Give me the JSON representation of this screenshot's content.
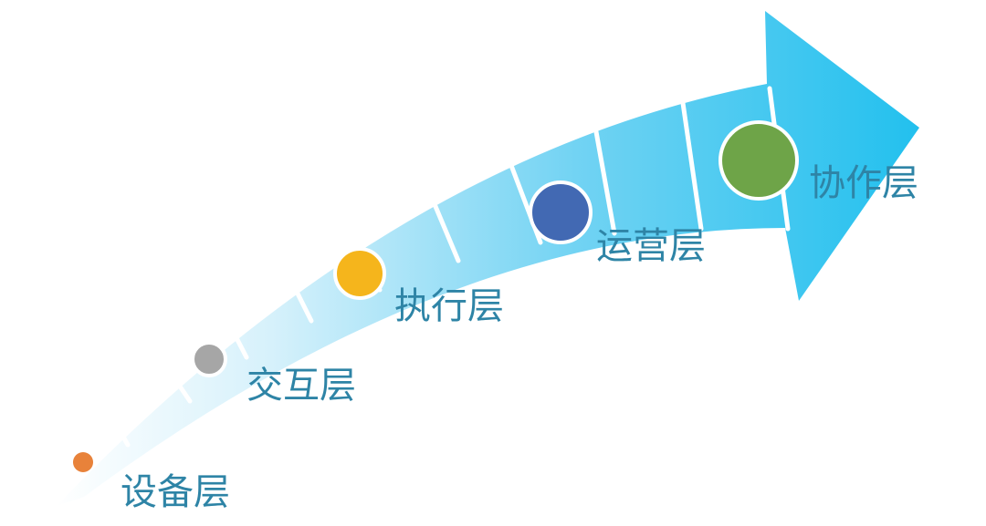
{
  "layers": [
    {
      "label": "设备层",
      "color": "#e8823a"
    },
    {
      "label": "交互层",
      "color": "#a6a6a6"
    },
    {
      "label": "执行层",
      "color": "#f5b51c"
    },
    {
      "label": "运营层",
      "color": "#4269b3"
    },
    {
      "label": "协作层",
      "color": "#6ea448"
    }
  ],
  "colors": {
    "arrow_light": "#ffffff",
    "arrow_dark": "#22c0ee",
    "node_stroke": "#ffffff",
    "label_text": "#2e84a6"
  }
}
